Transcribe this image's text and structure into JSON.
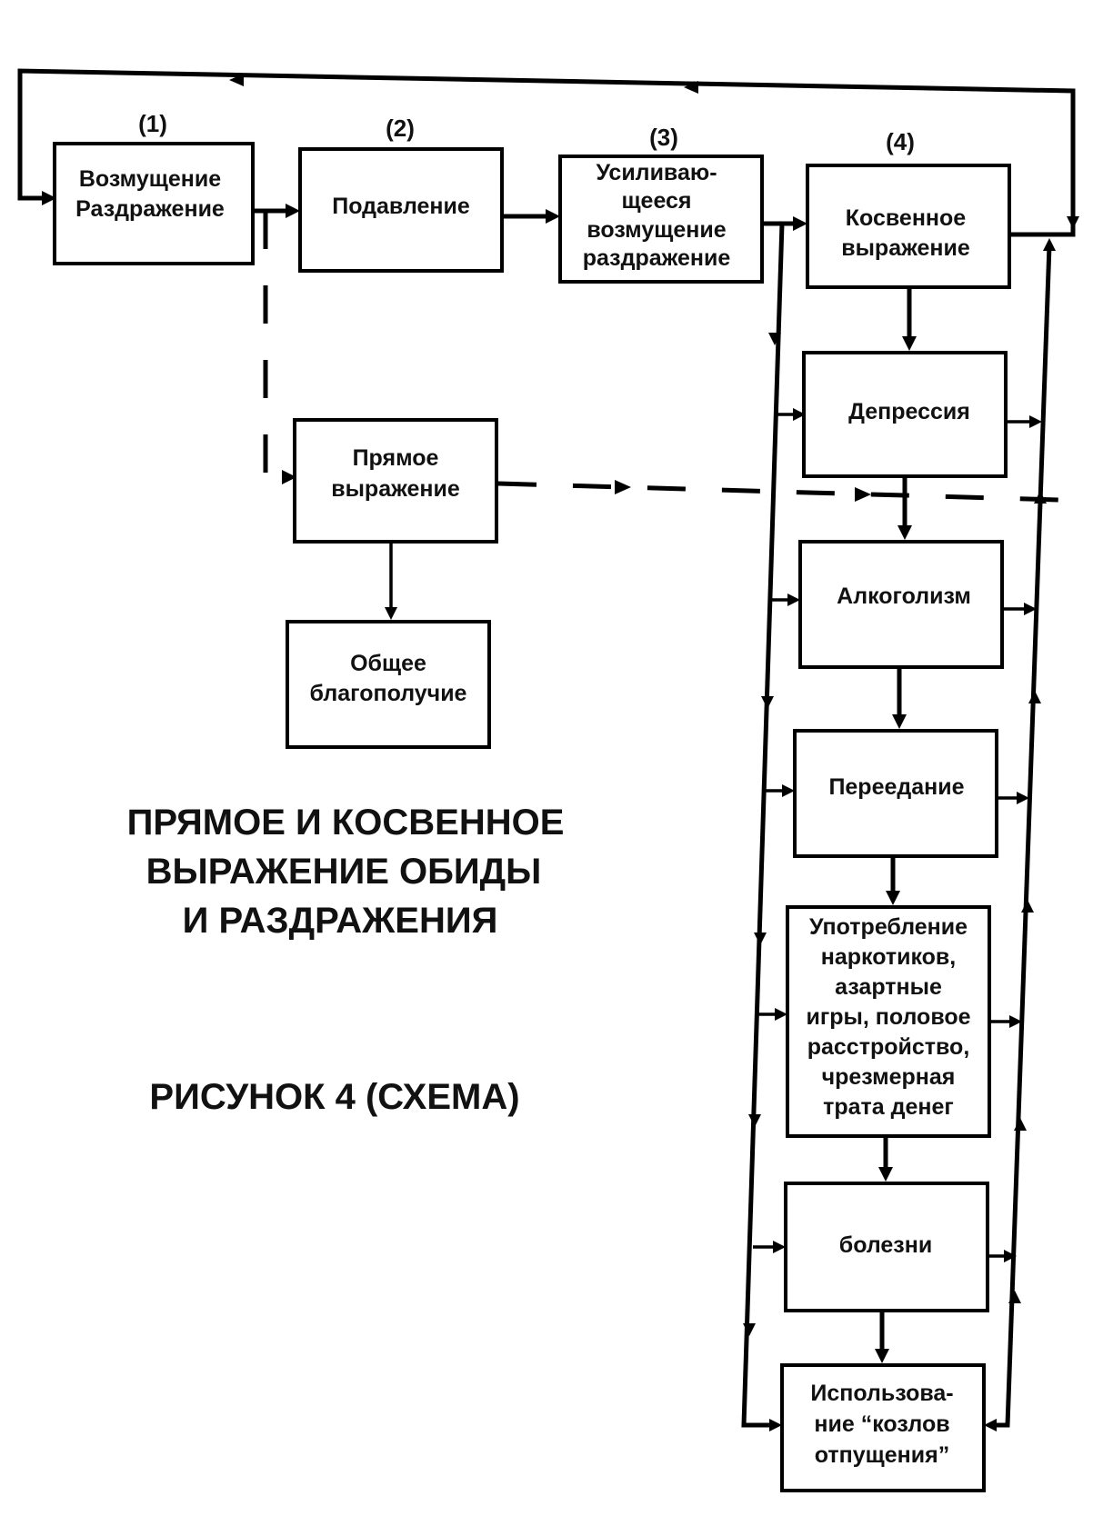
{
  "diagram": {
    "stages": [
      {
        "number": "(1)",
        "lines": [
          "Возмущение",
          "Раздражение"
        ]
      },
      {
        "number": "(2)",
        "lines": [
          "Подавление"
        ]
      },
      {
        "number": "(3)",
        "lines": [
          "Усиливаю-",
          "щееся",
          "возмущение",
          "раздражение"
        ]
      },
      {
        "number": "(4)",
        "lines": [
          "Косвенное",
          "выражение"
        ]
      }
    ],
    "direct": {
      "expression": [
        "Прямое",
        "выражение"
      ],
      "wellbeing": [
        "Общее",
        "благополучие"
      ]
    },
    "indirect_forms": [
      [
        "Депрессия"
      ],
      [
        "Алкоголизм"
      ],
      [
        "Переедание"
      ],
      [
        "Употребление",
        "наркотиков,",
        "азартные",
        "игры, половое",
        "расстройство,",
        "чрезмерная",
        "трата денег"
      ],
      [
        "болезни"
      ],
      [
        "Использова-",
        "ние “козлов",
        "отпущения”"
      ]
    ],
    "title": [
      "ПРЯМОЕ  И КОСВЕННОЕ",
      "ВЫРАЖЕНИЕ  ОБИДЫ",
      "И  РАЗДРАЖЕНИЯ"
    ],
    "figure_caption": "РИСУНОК 4 (СХЕМА)"
  }
}
